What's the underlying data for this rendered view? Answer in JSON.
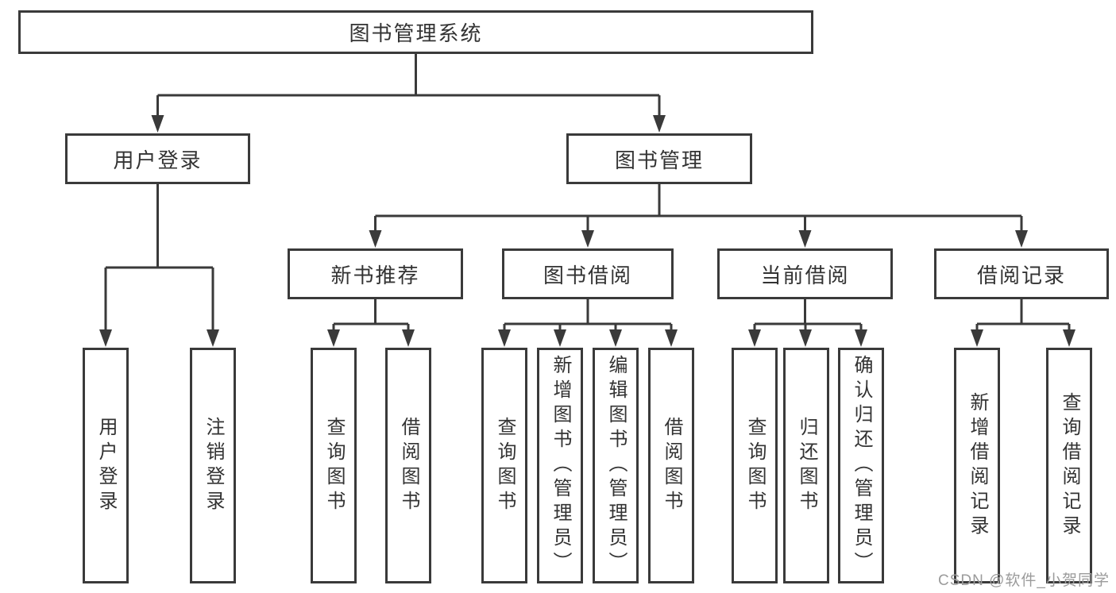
{
  "tree": {
    "root": "图书管理系统",
    "branches": [
      {
        "label": "用户登录",
        "children": [
          "用户登录",
          "注销登录"
        ]
      },
      {
        "label": "图书管理",
        "groups": [
          {
            "label": "新书推荐",
            "children": [
              "查询图书",
              "借阅图书"
            ]
          },
          {
            "label": "图书借阅",
            "children": [
              "查询图书",
              "新增图书（管理员）",
              "编辑图书（管理员）",
              "借阅图书"
            ]
          },
          {
            "label": "当前借阅",
            "children": [
              "查询图书",
              "归还图书",
              "确认归还（管理员）"
            ]
          },
          {
            "label": "借阅记录",
            "children": [
              "新增借阅记录",
              "查询借阅记录"
            ]
          }
        ]
      }
    ]
  },
  "watermark": "CSDN @软件_小贺同学",
  "colors": {
    "line": "#3a3a3a",
    "text": "#333333",
    "watermark": "#9b9b9b",
    "background": "#ffffff"
  }
}
